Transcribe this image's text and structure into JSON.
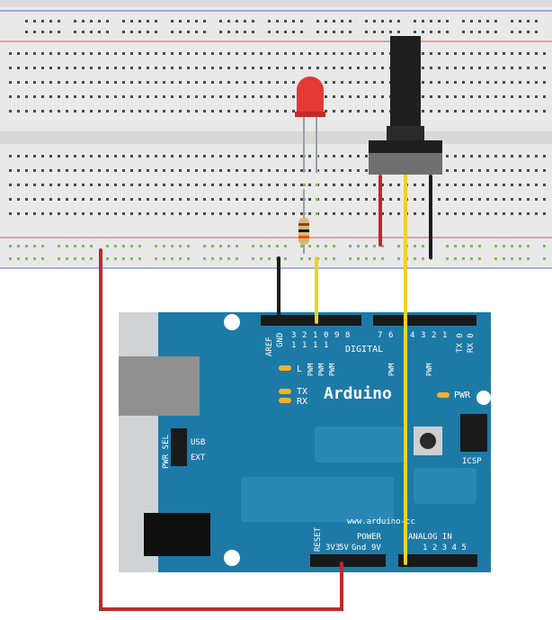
{
  "board": {
    "brand": "Arduino",
    "url": "www.arduino-cc",
    "labels": {
      "aref": "AREF",
      "gnd": "GND",
      "digital": "DIGITAL",
      "tx": "TX",
      "rx": "RX",
      "led_l": "L",
      "pwr": "PWR",
      "icsp": "ICSP",
      "usb": "USB",
      "ext": "EXT",
      "pwr_sel": "PWR SEL",
      "power": "POWER",
      "analog_in": "ANALOG IN",
      "reset": "RESET",
      "v3v3": "3V3",
      "v5v": "5V",
      "gnd2": "Gnd",
      "v9v": "9V",
      "analog_pins": "1 2 3 4 5",
      "pin_numbers": [
        "3",
        "2",
        "1",
        "0",
        "9",
        "8",
        "7",
        "6",
        "4",
        "3",
        "2",
        "1"
      ],
      "pin_numbers_row2": [
        "1",
        "1",
        "1",
        "1"
      ],
      "pwm": "PWM",
      "tx0": "TX 0",
      "rx0": "RX 0"
    }
  },
  "colors": {
    "board_blue": "#1d7aa6",
    "breadboard": "#e8e8e8",
    "hole": "#4a4a4a",
    "green_hole": "#7cc04a",
    "wire_red": "#c0282b",
    "wire_yellow": "#f2d21b",
    "wire_black": "#1c1c1c",
    "led_red": "#e53935",
    "pot_black": "#1f1f1f",
    "rail_red": "#d9534f",
    "rail_blue": "#4f6fd9"
  }
}
